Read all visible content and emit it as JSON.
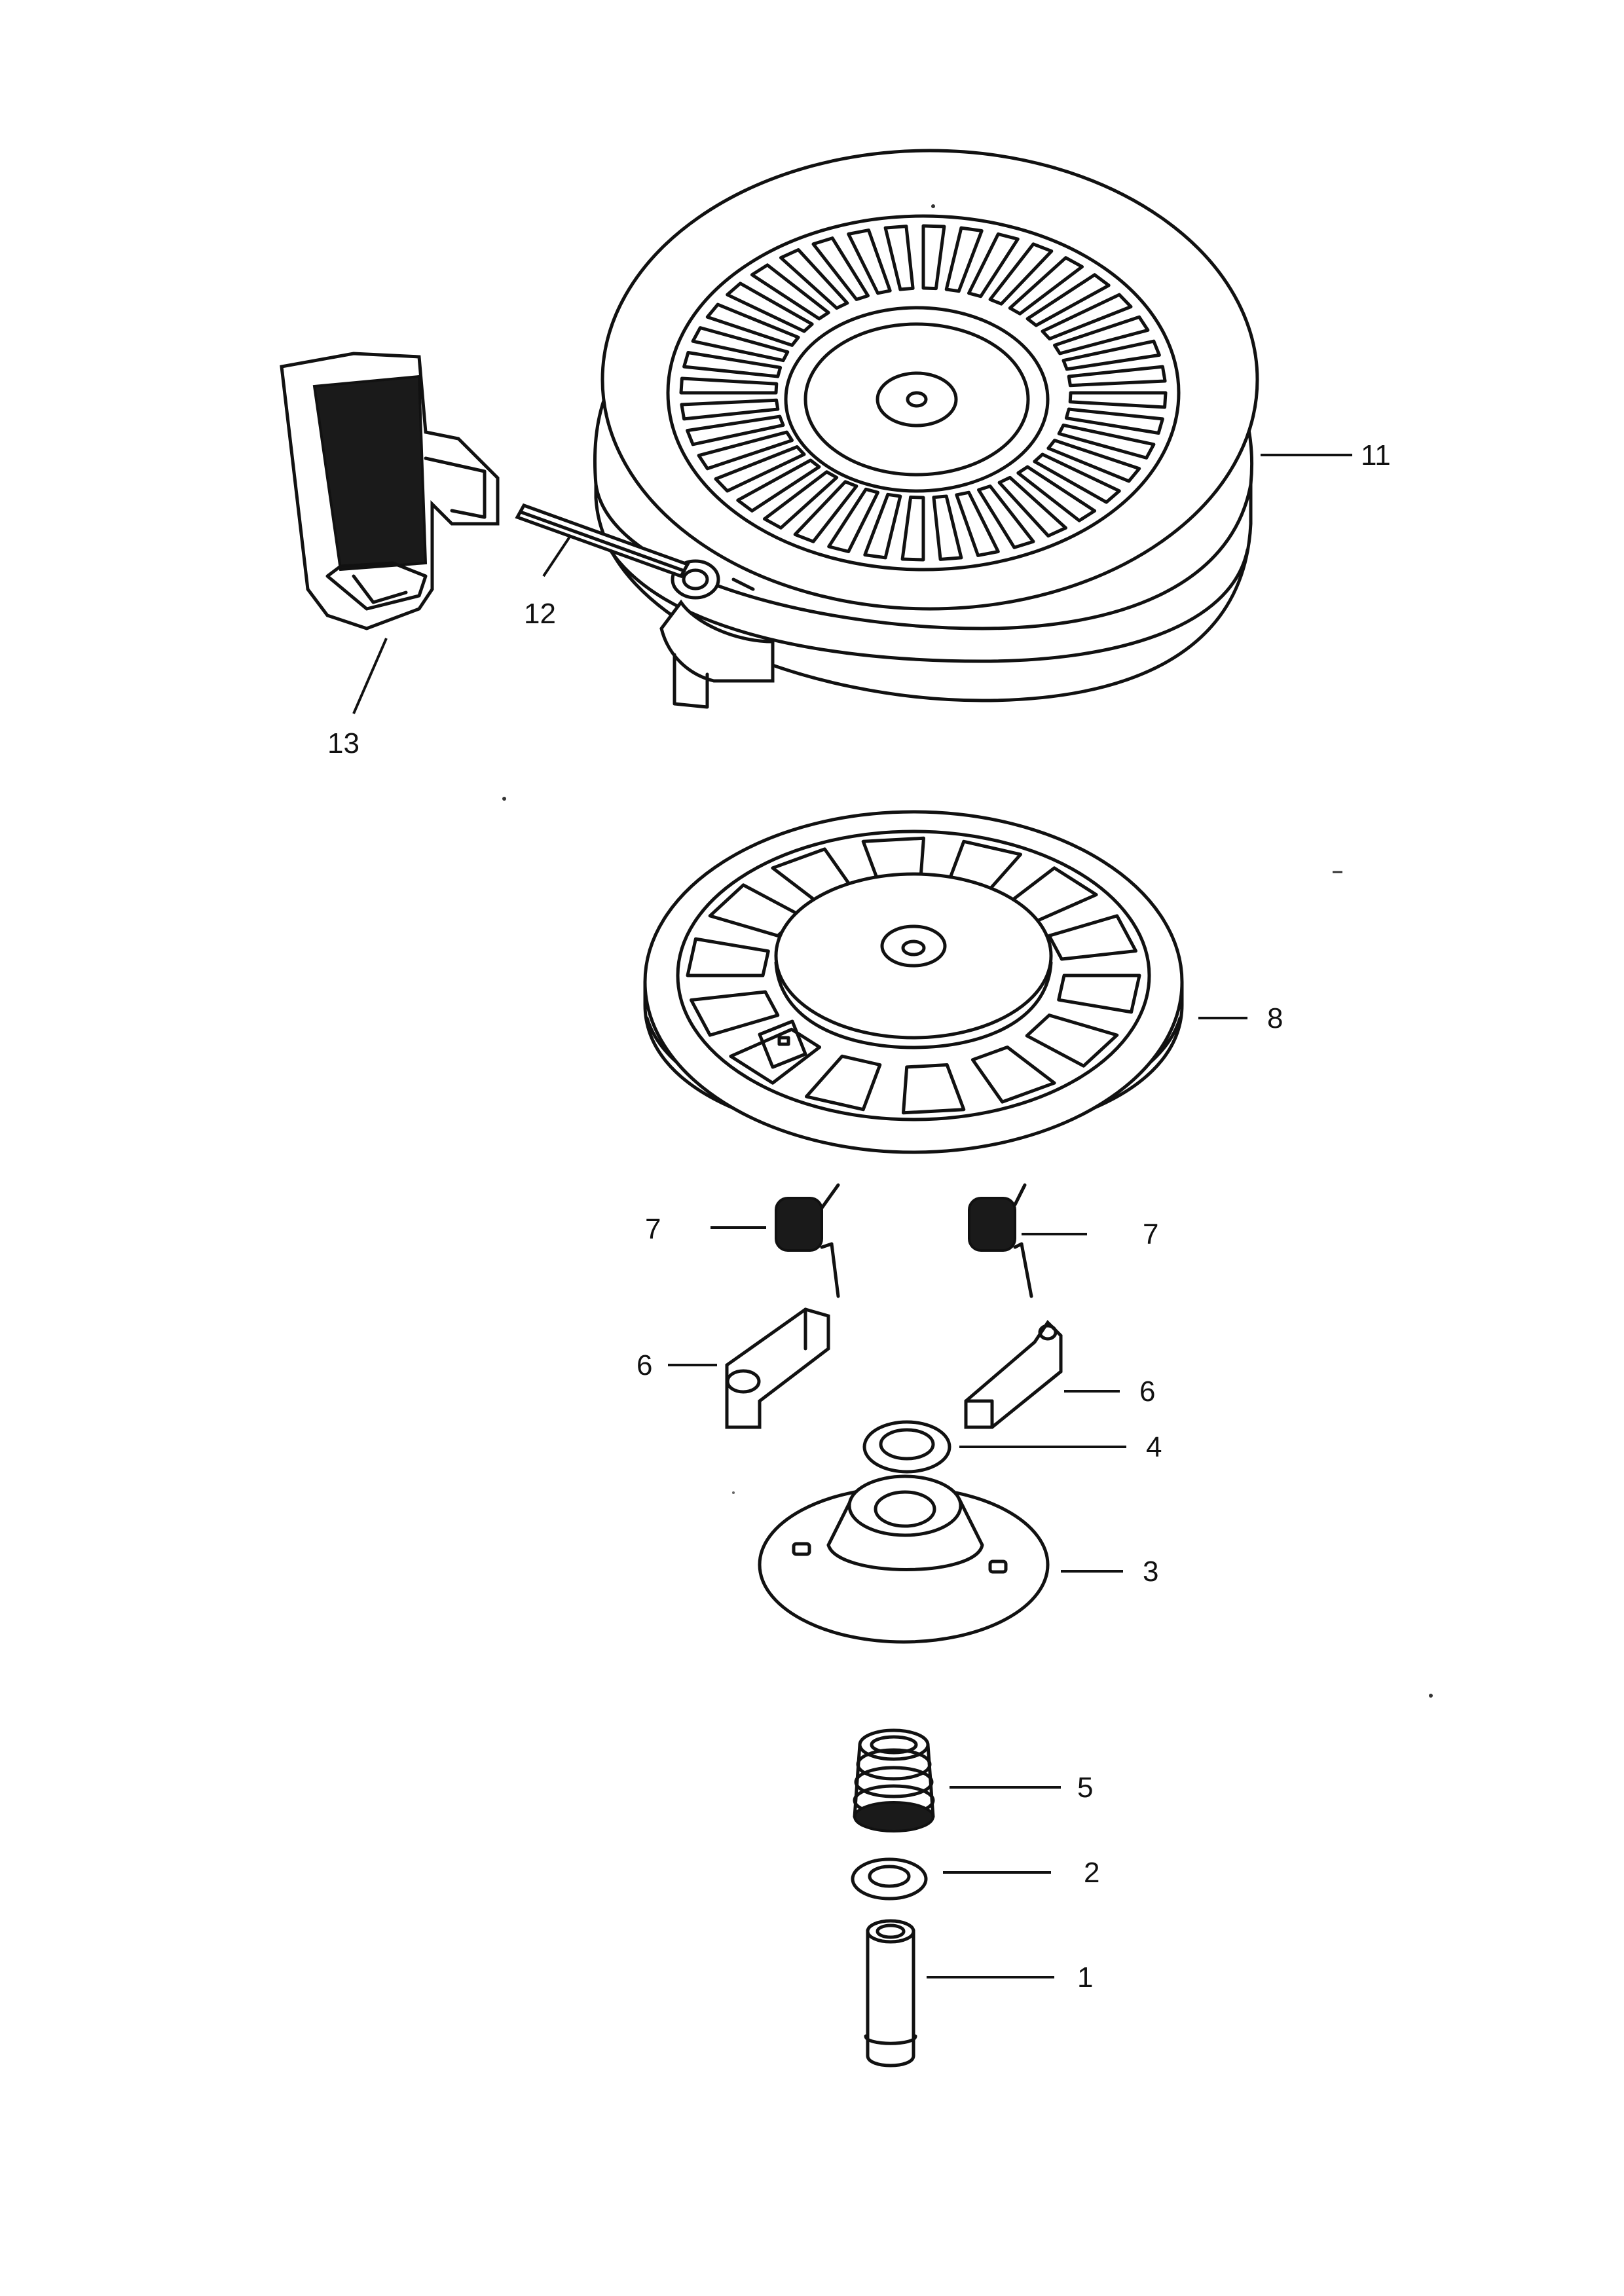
{
  "diagram": {
    "callouts": [
      {
        "id": "11",
        "label": "11"
      },
      {
        "id": "12",
        "label": "12"
      },
      {
        "id": "13",
        "label": "13"
      },
      {
        "id": "8",
        "label": "8"
      },
      {
        "id": "7a",
        "label": "7"
      },
      {
        "id": "7b",
        "label": "7"
      },
      {
        "id": "6a",
        "label": "6"
      },
      {
        "id": "6b",
        "label": "6"
      },
      {
        "id": "4",
        "label": "4"
      },
      {
        "id": "3",
        "label": "3"
      },
      {
        "id": "5",
        "label": "5"
      },
      {
        "id": "2",
        "label": "2"
      },
      {
        "id": "1",
        "label": "1"
      }
    ]
  }
}
